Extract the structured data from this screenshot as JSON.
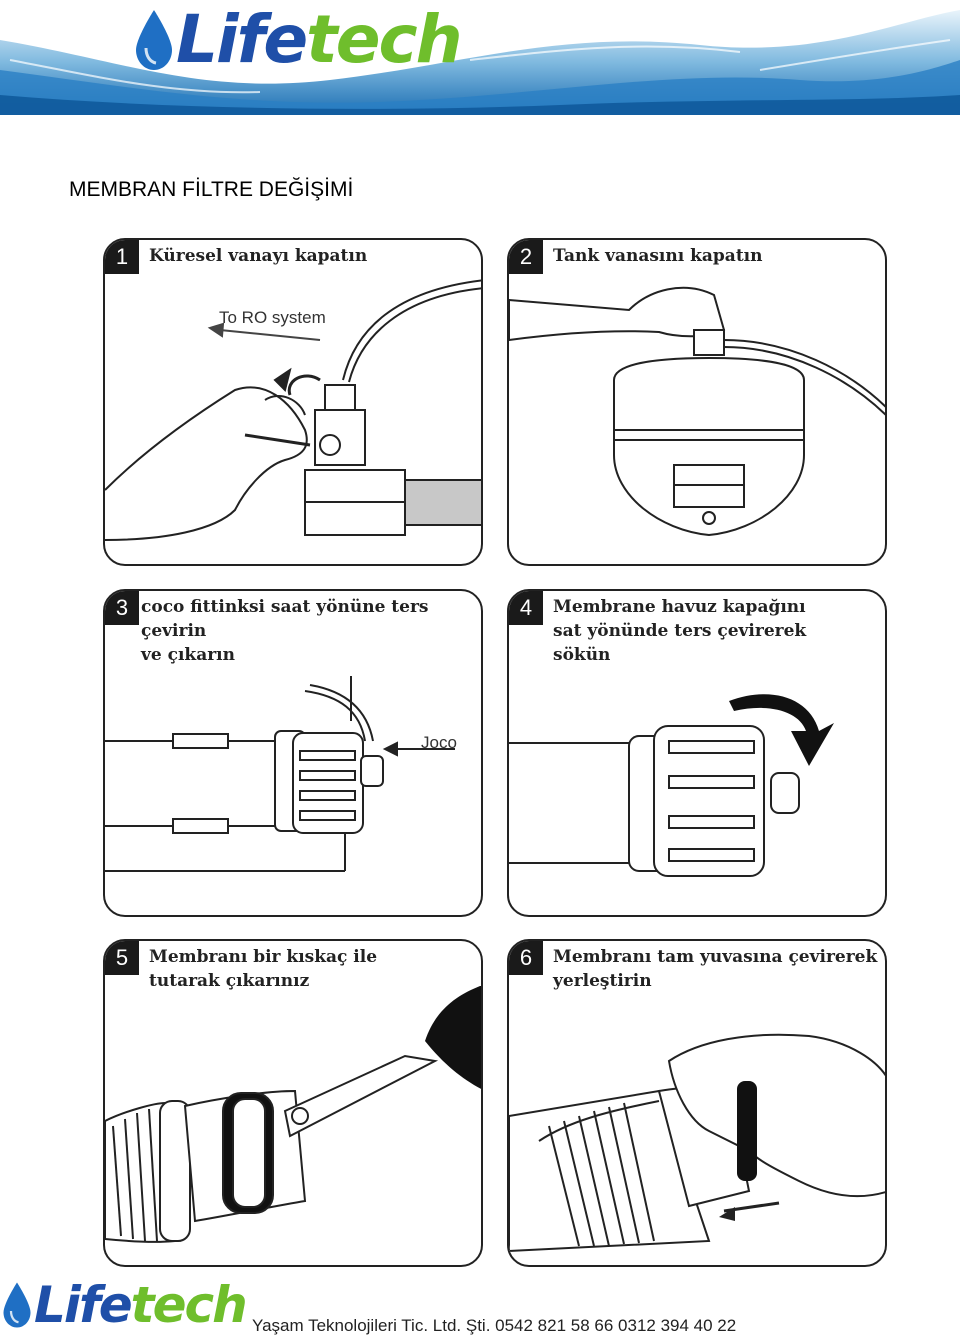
{
  "header": {
    "logo_part1": "Life",
    "logo_part2": "tech",
    "brand_colors": {
      "blue": "#1f4fa8",
      "green": "#6fbe2c",
      "water": "#2a7fc4"
    }
  },
  "document": {
    "title": "MEMBRAN FİLTRE DEĞİŞİMİ"
  },
  "steps": [
    {
      "number": "1",
      "text": "Küresel vanayı kapatın",
      "labels": [
        "To RO system"
      ],
      "icon": "ball-valve-hand"
    },
    {
      "number": "2",
      "text": "Tank vanasını kapatın",
      "labels": [],
      "icon": "tank-valve-hand"
    },
    {
      "number": "3",
      "text": "coco fittinksi saat yönüne ters çevirin\nve çıkarın",
      "labels": [
        "Joco"
      ],
      "icon": "membrane-housing-fitting"
    },
    {
      "number": "4",
      "text": "Membrane  havuz kapağını\nsat yönünde ters çevirerek\nsökün",
      "labels": [],
      "icon": "housing-cap-rotate"
    },
    {
      "number": "5",
      "text": "Membranı bir kıskaç ile\ntutarak çıkarınız",
      "labels": [],
      "icon": "pliers-membrane"
    },
    {
      "number": "6",
      "text": "Membranı tam yuvasına çevirerek\nyerleştirin",
      "labels": [],
      "icon": "hand-membrane-insert"
    }
  ],
  "footer": {
    "logo_part1": "Life",
    "logo_part2": "tech",
    "company_info": "Yaşam Teknolojileri Tic. Ltd. Şti. 0542 821 58 66 0312 394 40 22"
  }
}
